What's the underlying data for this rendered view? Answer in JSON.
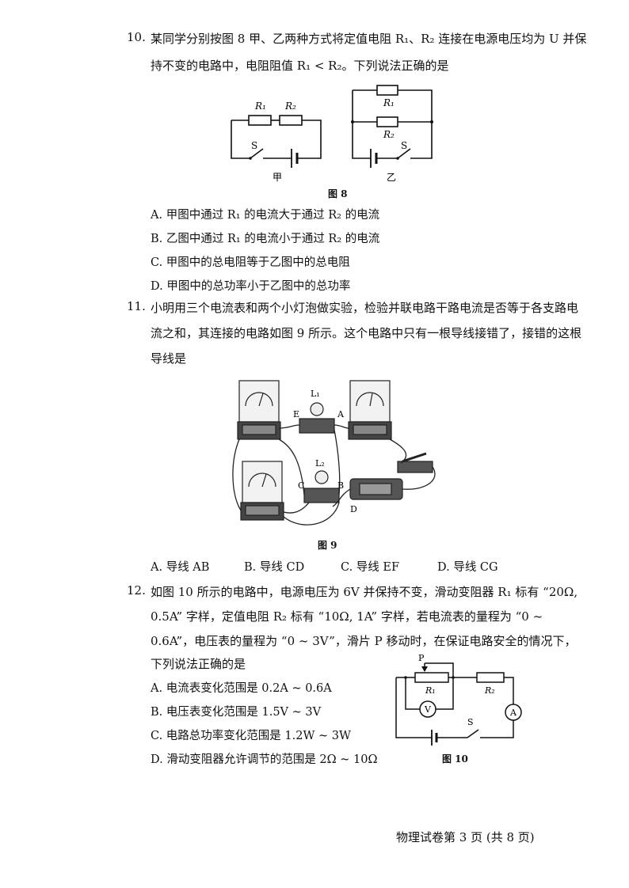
{
  "q10": {
    "number": "10.",
    "line1": "某同学分别按图 8 甲、乙两种方式将定值电阻 R₁、R₂ 连接在电源电压均为 U 并保",
    "line2": "持不变的电路中，电阻阻值 R₁ < R₂。下列说法正确的是",
    "figure": {
      "caption": "图 8",
      "left": {
        "r1": "R₁",
        "r2": "R₂",
        "switch": "S",
        "label": "甲"
      },
      "right": {
        "r1": "R₁",
        "r2": "R₂",
        "switch": "S",
        "label": "乙"
      }
    },
    "options": [
      "A.  甲图中通过 R₁ 的电流大于通过 R₂ 的电流",
      "B.  乙图中通过 R₁ 的电流小于通过 R₂ 的电流",
      "C.  甲图中的总电阻等于乙图中的总电阻",
      "D.  甲图中的总功率小于乙图中的总功率"
    ]
  },
  "q11": {
    "number": "11.",
    "line1": "小明用三个电流表和两个小灯泡做实验，检验并联电路干路电流是否等于各支路电",
    "line2": "流之和，其连接的电路如图 9 所示。这个电路中只有一根导线接错了，接错的这根",
    "line3": "导线是",
    "figure": {
      "caption": "图 9",
      "labels": {
        "L1": "L₁",
        "L2": "L₂",
        "A": "A",
        "B": "B",
        "C": "C",
        "D": "D",
        "E": "E"
      }
    },
    "options": [
      "A.  导线 AB",
      "B.  导线 CD",
      "C.  导线 EF",
      "D.  导线 CG"
    ]
  },
  "q12": {
    "number": "12.",
    "line1": "如图 10 所示的电路中，电源电压为 6V 并保持不变，滑动变阻器 R₁ 标有 “20Ω,",
    "line2": "0.5A” 字样，定值电阻 R₂ 标有 “10Ω, 1A” 字样，若电流表的量程为 “0 ~",
    "line3": "0.6A”，电压表的量程为 “0 ~ 3V”，滑片 P 移动时，在保证电路安全的情况下，",
    "line4": "下列说法正确的是",
    "options": [
      "A.  电流表变化范围是 0.2A ~ 0.6A",
      "B.  电压表变化范围是 1.5V ~ 3V",
      "C.  电路总功率变化范围是 1.2W ~ 3W",
      "D.  滑动变阻器允许调节的范围是 2Ω ~ 10Ω"
    ],
    "figure": {
      "caption": "图 10",
      "p": "P",
      "r1": "R₁",
      "r2": "R₂",
      "v": "V",
      "a": "A",
      "s": "S"
    }
  },
  "footer": "物理试卷第 3 页 (共 8 页)"
}
